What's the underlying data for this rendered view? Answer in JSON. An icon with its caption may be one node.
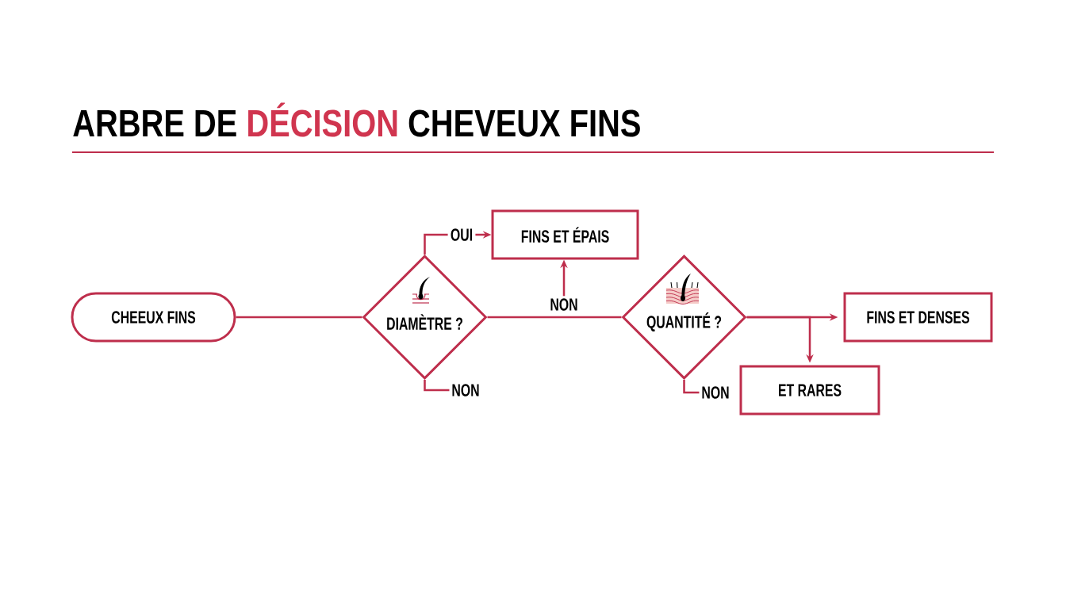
{
  "diagram": {
    "title": "ARBRE DE **DÉCISION** CHEVEUX FINS",
    "nodes": [
      {
        "text": [
          "CHEEUX FINS"
        ]
      },
      {
        "text": [
          "DIAMÈTRE ?"
        ]
      },
      {
        "text": [
          "FINS ET ÉPAIS"
        ]
      },
      {
        "text": [
          "NON"
        ]
      },
      {
        "text": [
          "QUANTITÉ ?"
        ]
      },
      {
        "text": [
          "FINS ET DENSES"
        ]
      },
      {
        "text": [
          "ET RARES"
        ]
      },
      {
        "text": [
          "NON"
        ]
      },
      {
        "text": [
          "NON"
        ]
      }
    ],
    "edges": [
      {
        "from": 0,
        "to": 1,
        "arrow": "none"
      },
      {
        "from": 1,
        "to": 2,
        "arrow": "to",
        "label": "OUI"
      },
      {
        "from": 1,
        "to": 4,
        "arrow": "none"
      },
      {
        "from": 3,
        "to": 2,
        "arrow": "to"
      },
      {
        "from": 4,
        "to": 5,
        "arrow": "to"
      },
      {
        "from": 4,
        "to": 6,
        "arrow": "to"
      },
      {
        "from": 1,
        "to": 7,
        "arrow": "none"
      },
      {
        "from": 4,
        "to": 8,
        "arrow": "none"
      }
    ]
  }
}
